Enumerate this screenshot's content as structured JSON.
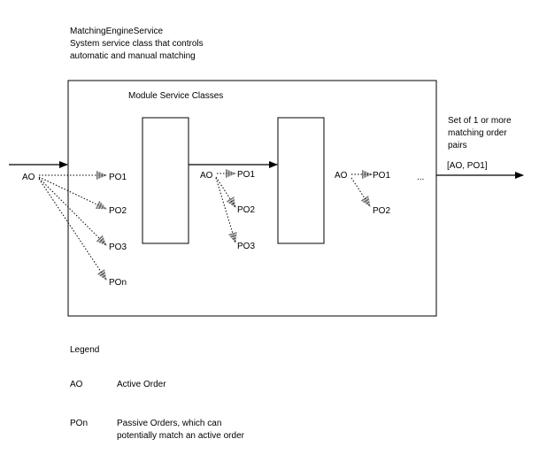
{
  "header": {
    "line1": "MatchingEngineService",
    "line2": "System service class that controls",
    "line3": "automatic and manual matching"
  },
  "module_label": "Module Service Classes",
  "left_group": {
    "ao": "AO",
    "po": [
      "PO1",
      "PO2",
      "PO3"
    ],
    "pon_prefix": "PO",
    "pon_suffix": "n"
  },
  "middle_group": {
    "ao": "AO",
    "po": [
      "PO1",
      "PO2",
      "PO3"
    ]
  },
  "right_group": {
    "ao": "AO",
    "po": [
      "PO1",
      "PO2"
    ],
    "ellipsis": "..."
  },
  "output": {
    "line1": "Set of 1 or more",
    "line2": "matching order",
    "line3": "pairs",
    "pair": "[AO, PO1]"
  },
  "legend": {
    "title": "Legend",
    "ao_term": "AO",
    "ao_desc": "Active Order",
    "pon_term_prefix": "PO",
    "pon_term_suffix": "n",
    "pon_desc_line1": "Passive Orders, which can",
    "pon_desc_line2": "potentially match an active order"
  }
}
